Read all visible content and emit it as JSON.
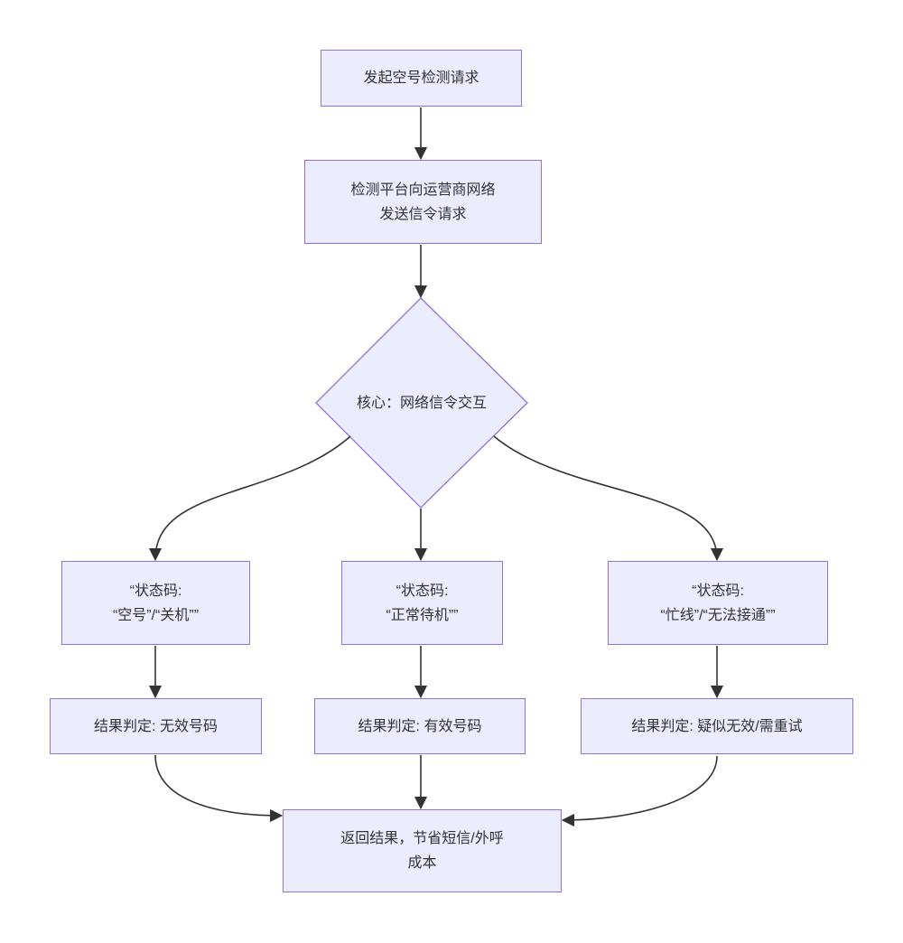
{
  "flowchart": {
    "colors": {
      "node_fill": "#ECECFF",
      "node_border": "#9370DB",
      "edge": "#333333",
      "text": "#333333",
      "background": "#ffffff"
    },
    "nodes": {
      "start": {
        "lines": [
          "发起空号检测请求"
        ]
      },
      "signal_request": {
        "lines": [
          "检测平台向运营商网络",
          "发送信令请求"
        ]
      },
      "decision": {
        "lines": [
          "核心：网络信令交互"
        ]
      },
      "status_invalid": {
        "lines": [
          "“状态码:",
          "“空号”/“关机””"
        ]
      },
      "status_valid": {
        "lines": [
          "“状态码:",
          "“正常待机””"
        ]
      },
      "status_retry": {
        "lines": [
          "“状态码:",
          "“忙线”/“无法接通””"
        ]
      },
      "result_invalid": {
        "lines": [
          "结果判定: 无效号码"
        ]
      },
      "result_valid": {
        "lines": [
          "结果判定: 有效号码"
        ]
      },
      "result_retry": {
        "lines": [
          "结果判定: 疑似无效/需重试"
        ]
      },
      "end": {
        "lines": [
          "返回结果，节省短信/外呼",
          "成本"
        ]
      }
    }
  }
}
